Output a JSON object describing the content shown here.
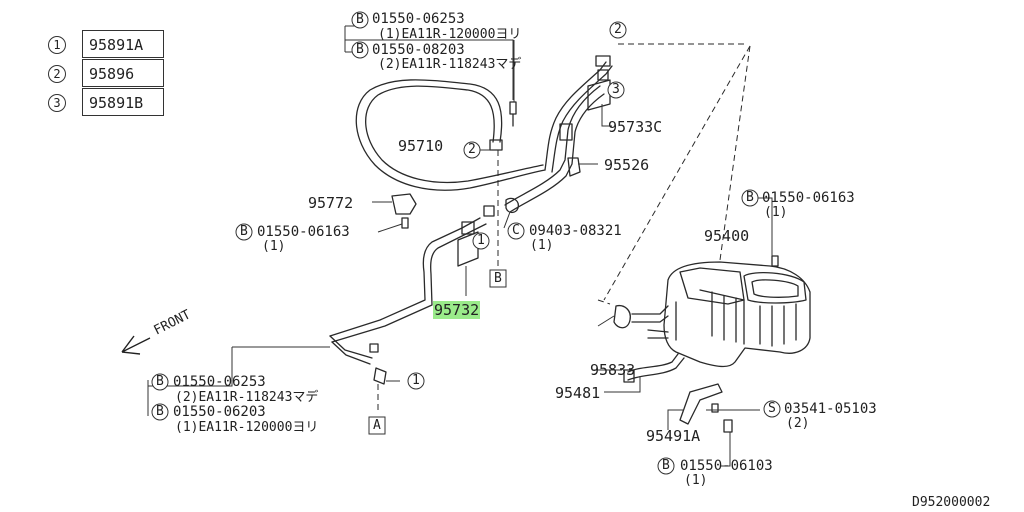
{
  "legend": [
    {
      "num": "1",
      "part": "95891A"
    },
    {
      "num": "2",
      "part": "95896"
    },
    {
      "num": "3",
      "part": "95891B"
    }
  ],
  "markers": {
    "b": "B",
    "c": "C",
    "s": "S"
  },
  "callouts": {
    "top_b1_code": "01550-06253",
    "top_b1_note": "(1)EA11R-120000ヨリ",
    "top_b2_code": "01550-08203",
    "top_b2_note": "(2)EA11R-118243マデ",
    "p95710": "95710",
    "p95733c": "95733C",
    "p95526": "95526",
    "p95772": "95772",
    "left_b_code": "01550-06163",
    "left_b_qty": "(1)",
    "c_code": "09403-08321",
    "c_qty": "(1)",
    "p95732": "95732",
    "view_b": "B",
    "view_a": "A",
    "front": "FRONT",
    "bot_b1_code": "01550-06253",
    "bot_b1_note": "(2)EA11R-118243マデ",
    "bot_b2_code": "01550-06203",
    "bot_b2_note": "(1)EA11R-120000ヨリ",
    "right_b_code": "01550-06163",
    "right_b_qty": "(1)",
    "p95400": "95400",
    "p95833": "95833",
    "p95481": "95481",
    "s_code": "03541-05103",
    "s_qty": "(2)",
    "p95491a": "95491A",
    "bot_right_b_code": "01550-06103",
    "bot_right_b_qty": "(1)",
    "drawing_id": "D952000002"
  },
  "ref_marks": {
    "one": "1",
    "two": "2",
    "three": "3"
  }
}
